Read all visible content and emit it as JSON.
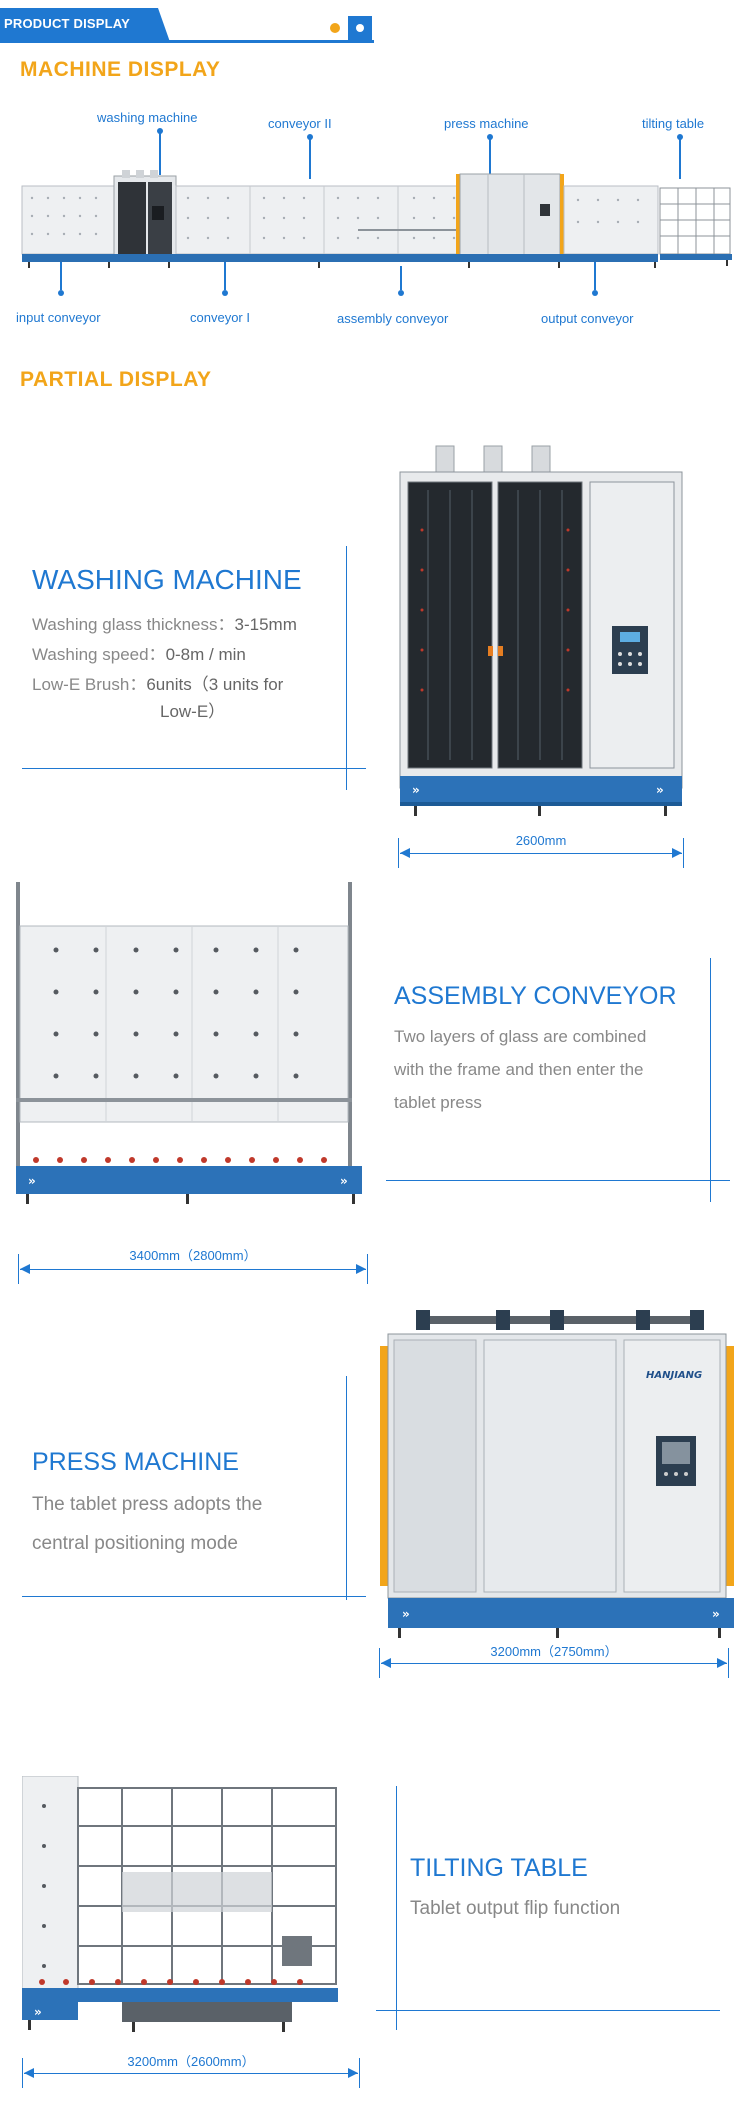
{
  "header": {
    "tab_label": "PRODUCT DISPLAY"
  },
  "machine_display": {
    "title": "MACHINE DISPLAY",
    "top_callouts": [
      "washing machine",
      "conveyor II",
      "press machine",
      "tilting table"
    ],
    "bottom_callouts": [
      "input conveyor",
      "conveyor I",
      "assembly conveyor",
      "output conveyor"
    ]
  },
  "partial_display": {
    "title": "PARTIAL DISPLAY"
  },
  "washing": {
    "heading": "WASHING MACHINE",
    "spec1_label": "Washing glass thickness：",
    "spec1_value": "3-15mm",
    "spec2_label": "Washing speed：",
    "spec2_value": "0-8m / min",
    "spec3_label": "Low-E Brush：",
    "spec3_value": "6units（3 units for",
    "spec3_value2": "Low-E）",
    "dimension": "2600mm"
  },
  "assembly": {
    "heading": "ASSEMBLY CONVEYOR",
    "desc1": "Two layers of glass are combined",
    "desc2": "with the frame and then enter the",
    "desc3": "tablet press",
    "dimension": "3400mm（2800mm）"
  },
  "press": {
    "heading": "PRESS MACHINE",
    "desc1": "The tablet press adopts the",
    "desc2": "central positioning mode",
    "brand": "HANJIANG",
    "dimension": "3200mm（2750mm）"
  },
  "tilting": {
    "heading": "TILTING TABLE",
    "desc": "Tablet output flip function",
    "dimension": "3200mm（2600mm）"
  },
  "colors": {
    "accent_blue": "#1f78d1",
    "accent_orange": "#f2a51a",
    "text_gray": "#888888"
  }
}
